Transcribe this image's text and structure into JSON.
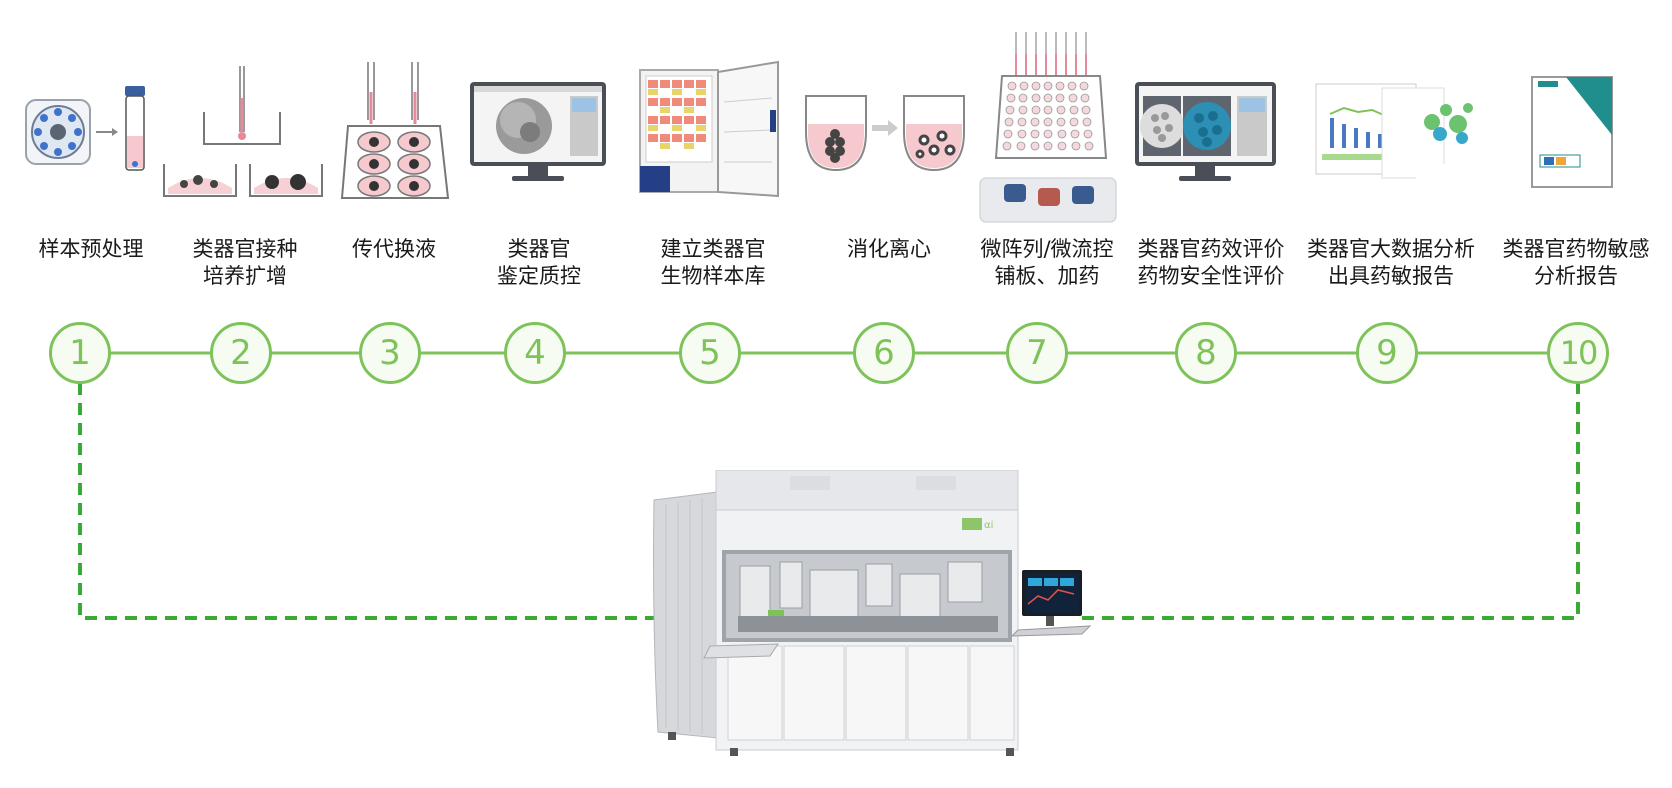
{
  "colors": {
    "accent": "#7ec35a",
    "dash": "#3aaa35"
  },
  "steps": [
    {
      "num": "1",
      "line1": "样本预处理",
      "line2": "",
      "icon": "sample-pretreatment-icon"
    },
    {
      "num": "2",
      "line1": "类器官接种",
      "line2": "培养扩增",
      "icon": "seeding-culture-icon"
    },
    {
      "num": "3",
      "line1": "传代换液",
      "line2": "",
      "icon": "passage-media-change-icon"
    },
    {
      "num": "4",
      "line1": "类器官",
      "line2": "鉴定质控",
      "icon": "qc-monitor-icon"
    },
    {
      "num": "5",
      "line1": "建立类器官",
      "line2": "生物样本库",
      "icon": "biobank-freezer-icon"
    },
    {
      "num": "6",
      "line1": "消化离心",
      "line2": "",
      "icon": "digestion-centrifuge-icon"
    },
    {
      "num": "7",
      "line1": "微阵列/微流控",
      "line2": "铺板、加药",
      "icon": "microarray-plate-icon"
    },
    {
      "num": "8",
      "line1": "类器官药效评价",
      "line2": "药物安全性评价",
      "icon": "efficacy-monitor-icon"
    },
    {
      "num": "9",
      "line1": "类器官大数据分析",
      "line2": "出具药敏报告",
      "icon": "data-analysis-icon"
    },
    {
      "num": "10",
      "line1": "类器官药物敏感",
      "line2": "分析报告",
      "icon": "sensitivity-report-icon"
    }
  ]
}
